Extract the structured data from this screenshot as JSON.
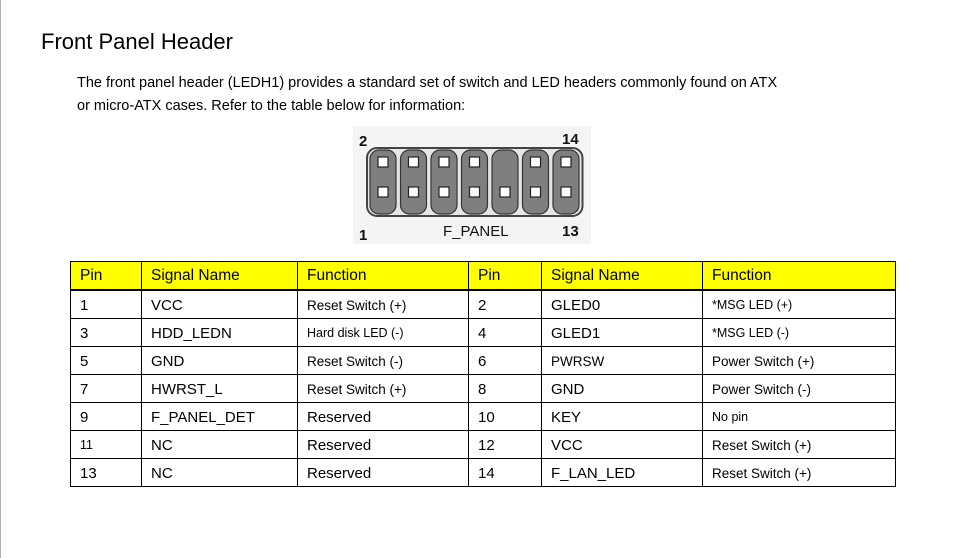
{
  "heading": "Front Panel Header",
  "intro": {
    "line1": "The front panel header (LEDH1) provides a standard set of switch and LED headers commonly found on ATX",
    "line2": "or micro-ATX cases. Refer to the table below for information:"
  },
  "diagram": {
    "top_left": "2",
    "top_right": "14",
    "bottom_left": "1",
    "bottom_right": "13",
    "name": "F_PANEL",
    "missing_pin": "10"
  },
  "table": {
    "headers": [
      "Pin",
      "Signal Name",
      "Function",
      "Pin",
      "Signal Name",
      "Function"
    ],
    "rows": [
      [
        "1",
        "VCC",
        "Reset Switch (+)",
        "2",
        "GLED0",
        "*MSG LED (+)"
      ],
      [
        "3",
        "HDD_LEDN",
        "Hard disk LED (-)",
        "4",
        "GLED1",
        "*MSG LED (-)"
      ],
      [
        "5",
        "GND",
        "Reset Switch (-)",
        "6",
        "PWRSW",
        "Power Switch (+)"
      ],
      [
        "7",
        "HWRST_L",
        "Reset Switch (+)",
        "8",
        "GND",
        "Power Switch (-)"
      ],
      [
        "9",
        "F_PANEL_DET",
        "Reserved",
        "10",
        "KEY",
        "No pin"
      ],
      [
        "11",
        "NC",
        "Reserved",
        "12",
        "VCC",
        "Reset Switch (+)"
      ],
      [
        "13",
        "NC",
        "Reserved",
        "14",
        "F_LAN_LED",
        "Reset Switch (+)"
      ]
    ]
  }
}
